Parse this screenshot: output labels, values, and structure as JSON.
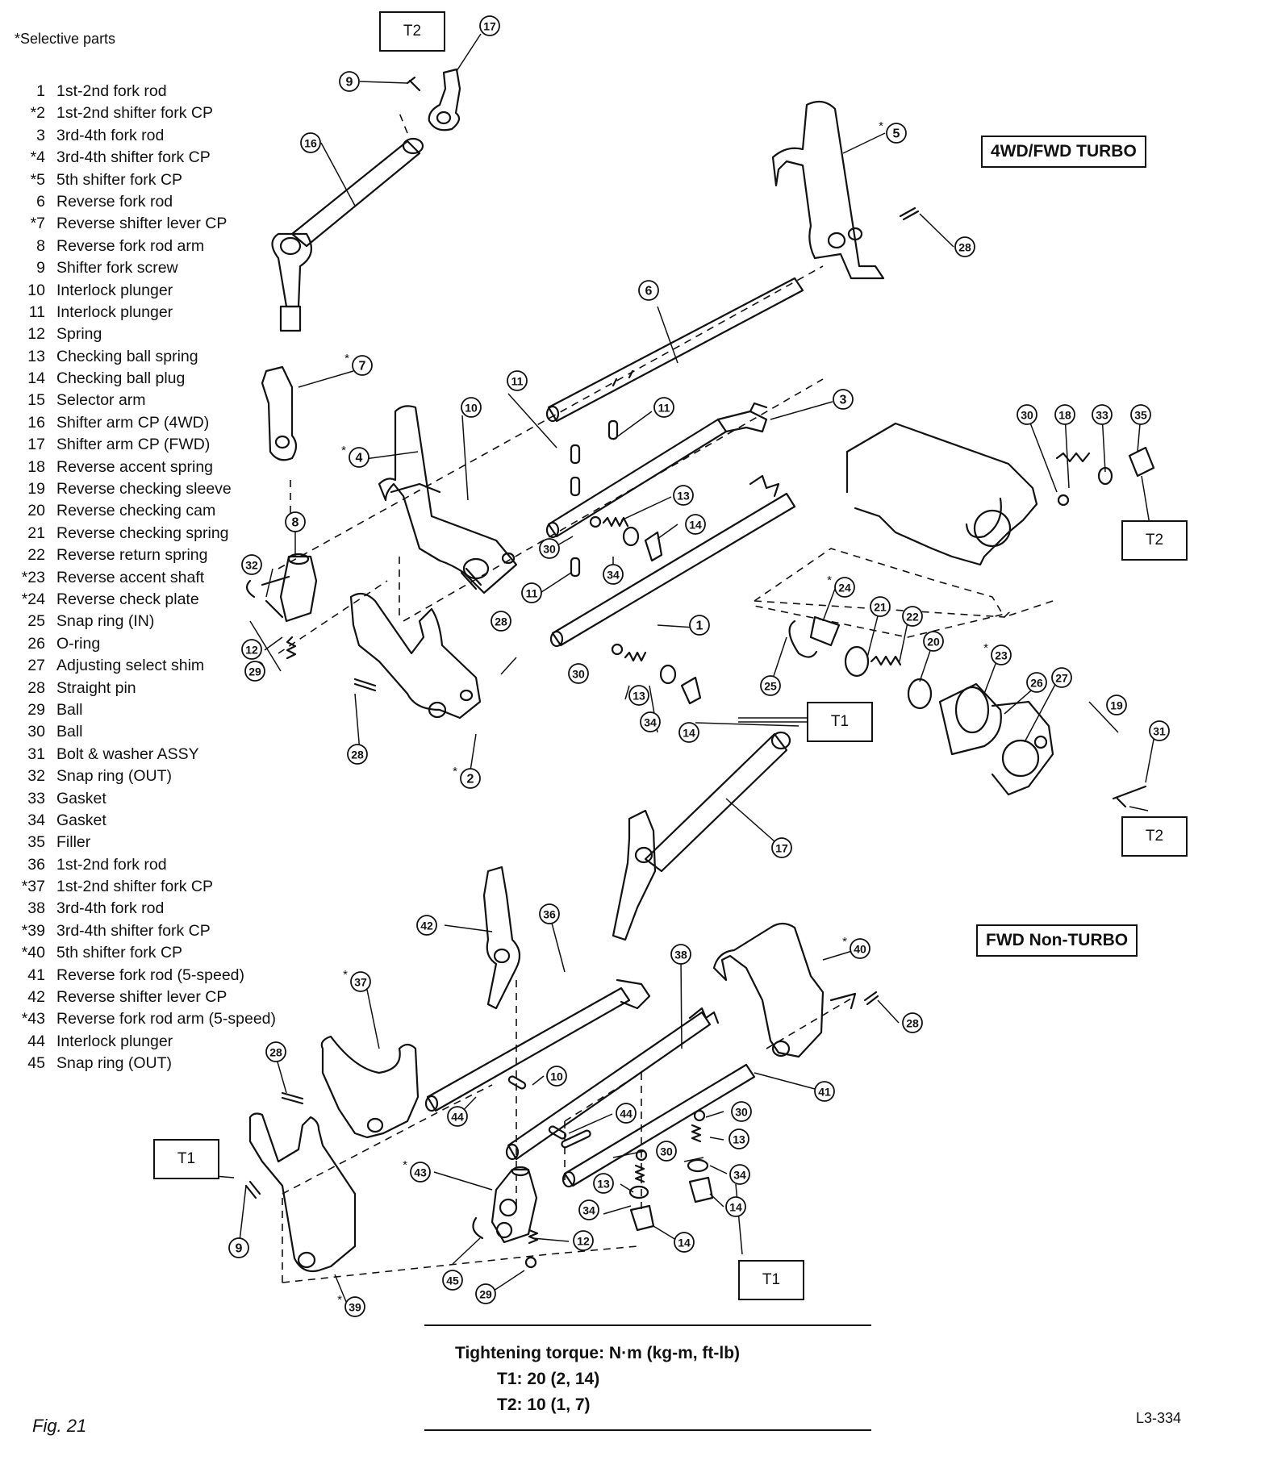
{
  "legend": {
    "note": "*Selective parts",
    "items": [
      {
        "num": "1",
        "label": "1st-2nd fork rod"
      },
      {
        "num": "*2",
        "label": "1st-2nd shifter fork CP"
      },
      {
        "num": "3",
        "label": "3rd-4th fork rod"
      },
      {
        "num": "*4",
        "label": "3rd-4th shifter fork CP"
      },
      {
        "num": "*5",
        "label": "5th shifter fork CP"
      },
      {
        "num": "6",
        "label": "Reverse fork rod"
      },
      {
        "num": "*7",
        "label": "Reverse shifter lever CP"
      },
      {
        "num": "8",
        "label": "Reverse fork rod arm"
      },
      {
        "num": "9",
        "label": "Shifter fork screw"
      },
      {
        "num": "10",
        "label": "Interlock plunger"
      },
      {
        "num": "11",
        "label": "Interlock plunger"
      },
      {
        "num": "12",
        "label": "Spring"
      },
      {
        "num": "13",
        "label": "Checking ball spring"
      },
      {
        "num": "14",
        "label": "Checking ball plug"
      },
      {
        "num": "15",
        "label": "Selector arm"
      },
      {
        "num": "16",
        "label": "Shifter arm CP (4WD)"
      },
      {
        "num": "17",
        "label": "Shifter arm CP (FWD)"
      },
      {
        "num": "18",
        "label": "Reverse accent spring"
      },
      {
        "num": "19",
        "label": "Reverse checking sleeve"
      },
      {
        "num": "20",
        "label": "Reverse checking cam"
      },
      {
        "num": "21",
        "label": "Reverse checking spring"
      },
      {
        "num": "22",
        "label": "Reverse return spring"
      },
      {
        "num": "*23",
        "label": "Reverse accent shaft"
      },
      {
        "num": "*24",
        "label": "Reverse check plate"
      },
      {
        "num": "25",
        "label": "Snap ring (IN)"
      },
      {
        "num": "26",
        "label": "O-ring"
      },
      {
        "num": "27",
        "label": "Adjusting select shim"
      },
      {
        "num": "28",
        "label": "Straight pin"
      },
      {
        "num": "29",
        "label": "Ball"
      },
      {
        "num": "30",
        "label": "Ball"
      },
      {
        "num": "31",
        "label": "Bolt & washer ASSY"
      },
      {
        "num": "32",
        "label": "Snap ring (OUT)"
      },
      {
        "num": "33",
        "label": "Gasket"
      },
      {
        "num": "34",
        "label": "Gasket"
      },
      {
        "num": "35",
        "label": "Filler"
      },
      {
        "num": "36",
        "label": "1st-2nd fork rod"
      },
      {
        "num": "*37",
        "label": "1st-2nd shifter fork CP"
      },
      {
        "num": "38",
        "label": "3rd-4th fork rod"
      },
      {
        "num": "*39",
        "label": "3rd-4th shifter fork CP"
      },
      {
        "num": "*40",
        "label": "5th shifter fork CP"
      },
      {
        "num": "41",
        "label": "Reverse fork rod (5-speed)"
      },
      {
        "num": "42",
        "label": "Reverse shifter lever CP"
      },
      {
        "num": "*43",
        "label": "Reverse fork rod arm (5-speed)"
      },
      {
        "num": "44",
        "label": "Interlock plunger"
      },
      {
        "num": "45",
        "label": "Snap ring (OUT)"
      }
    ]
  },
  "sections": {
    "turbo": "4WD/FWD TURBO",
    "nonturbo": "FWD Non-TURBO"
  },
  "torque_boxes": {
    "t1": "T1",
    "t2": "T2"
  },
  "callouts": [
    {
      "n": "17",
      "star": false
    },
    {
      "n": "9",
      "star": false
    },
    {
      "n": "16",
      "star": false
    },
    {
      "n": "5",
      "star": true
    },
    {
      "n": "28",
      "star": false
    },
    {
      "n": "6",
      "star": false
    },
    {
      "n": "7",
      "star": true
    },
    {
      "n": "11",
      "star": false
    },
    {
      "n": "10",
      "star": false
    },
    {
      "n": "11",
      "star": false
    },
    {
      "n": "3",
      "star": false
    },
    {
      "n": "4",
      "star": true
    },
    {
      "n": "8",
      "star": false
    },
    {
      "n": "13",
      "star": false
    },
    {
      "n": "14",
      "star": false
    },
    {
      "n": "30",
      "star": false
    },
    {
      "n": "34",
      "star": false
    },
    {
      "n": "32",
      "star": false
    },
    {
      "n": "11",
      "star": false
    },
    {
      "n": "28",
      "star": false
    },
    {
      "n": "1",
      "star": false
    },
    {
      "n": "12",
      "star": false
    },
    {
      "n": "29",
      "star": false
    },
    {
      "n": "30",
      "star": false
    },
    {
      "n": "13",
      "star": false
    },
    {
      "n": "34",
      "star": false
    },
    {
      "n": "14",
      "star": false
    },
    {
      "n": "28",
      "star": false
    },
    {
      "n": "2",
      "star": true
    },
    {
      "n": "30",
      "star": false
    },
    {
      "n": "18",
      "star": false
    },
    {
      "n": "33",
      "star": false
    },
    {
      "n": "35",
      "star": false
    },
    {
      "n": "24",
      "star": true
    },
    {
      "n": "21",
      "star": false
    },
    {
      "n": "22",
      "star": false
    },
    {
      "n": "20",
      "star": false
    },
    {
      "n": "23",
      "star": true
    },
    {
      "n": "25",
      "star": false
    },
    {
      "n": "26",
      "star": false
    },
    {
      "n": "27",
      "star": false
    },
    {
      "n": "19",
      "star": false
    },
    {
      "n": "31",
      "star": false
    },
    {
      "n": "17",
      "star": false
    },
    {
      "n": "42",
      "star": false
    },
    {
      "n": "36",
      "star": false
    },
    {
      "n": "38",
      "star": false
    },
    {
      "n": "40",
      "star": true
    },
    {
      "n": "37",
      "star": true
    },
    {
      "n": "28",
      "star": false
    },
    {
      "n": "28",
      "star": false
    },
    {
      "n": "10",
      "star": false
    },
    {
      "n": "41",
      "star": false
    },
    {
      "n": "44",
      "star": false
    },
    {
      "n": "44",
      "star": false
    },
    {
      "n": "30",
      "star": false
    },
    {
      "n": "13",
      "star": false
    },
    {
      "n": "30",
      "star": false
    },
    {
      "n": "34",
      "star": false
    },
    {
      "n": "43",
      "star": true
    },
    {
      "n": "13",
      "star": false
    },
    {
      "n": "14",
      "star": false
    },
    {
      "n": "34",
      "star": false
    },
    {
      "n": "12",
      "star": false
    },
    {
      "n": "14",
      "star": false
    },
    {
      "n": "9",
      "star": false
    },
    {
      "n": "45",
      "star": false
    },
    {
      "n": "29",
      "star": false
    },
    {
      "n": "39",
      "star": true
    }
  ],
  "torque": {
    "heading": "Tightening torque:  N·m (kg-m, ft-lb)",
    "t1": "T1:  20 (2, 14)",
    "t2": "T2:  10 (1, 7)"
  },
  "figure_label": "Fig. 21",
  "code": "L3-334"
}
